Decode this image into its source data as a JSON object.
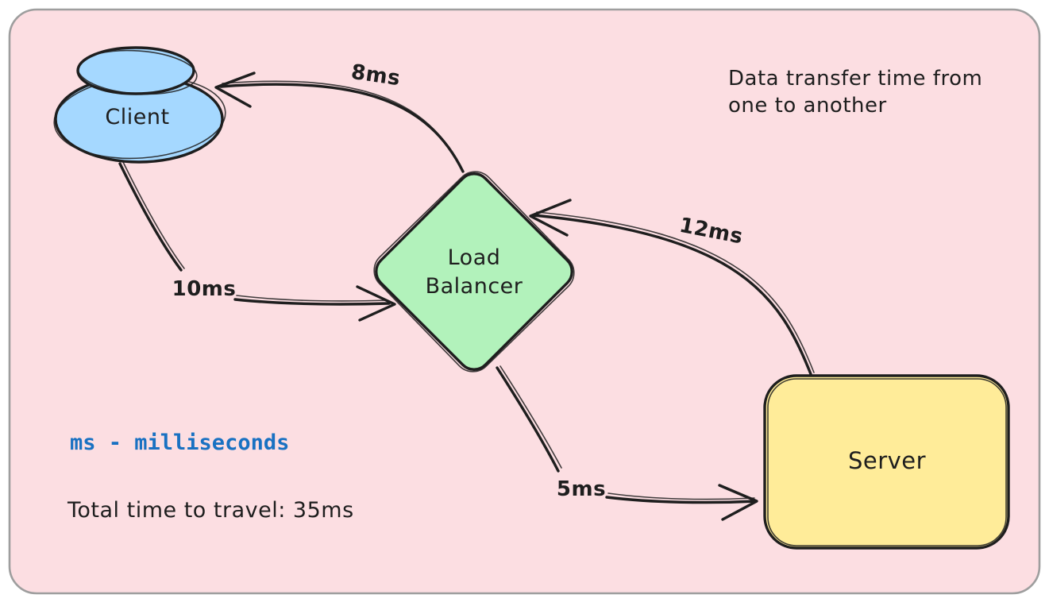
{
  "diagram": {
    "title_note": {
      "line1": "Data transfer time from",
      "line2": "one to another"
    },
    "legend": "ms - milliseconds",
    "total": "Total time to travel: 35ms",
    "nodes": [
      {
        "id": "client",
        "label": "Client",
        "shape": "cloud-ellipse",
        "fill": "#a5d8ff"
      },
      {
        "id": "load-balancer",
        "label": "Load Balancer",
        "label_lines": [
          "Load",
          "Balancer"
        ],
        "shape": "diamond",
        "fill": "#b2f2bb"
      },
      {
        "id": "server",
        "label": "Server",
        "shape": "rounded-rectangle",
        "fill": "#ffec99"
      }
    ],
    "edges": [
      {
        "from": "load-balancer",
        "to": "client",
        "label": "8ms"
      },
      {
        "from": "client",
        "to": "load-balancer",
        "label": "10ms"
      },
      {
        "from": "server",
        "to": "load-balancer",
        "label": "12ms"
      },
      {
        "from": "load-balancer",
        "to": "server",
        "label": "5ms"
      }
    ],
    "colors": {
      "frame_fill": "#fcdee2",
      "frame_border": "#9e9e9e",
      "stroke": "#1e1e1e",
      "client_fill": "#a5d8ff",
      "load_balancer_fill": "#b2f2bb",
      "server_fill": "#ffec99",
      "legend_color": "#1971c2"
    }
  }
}
